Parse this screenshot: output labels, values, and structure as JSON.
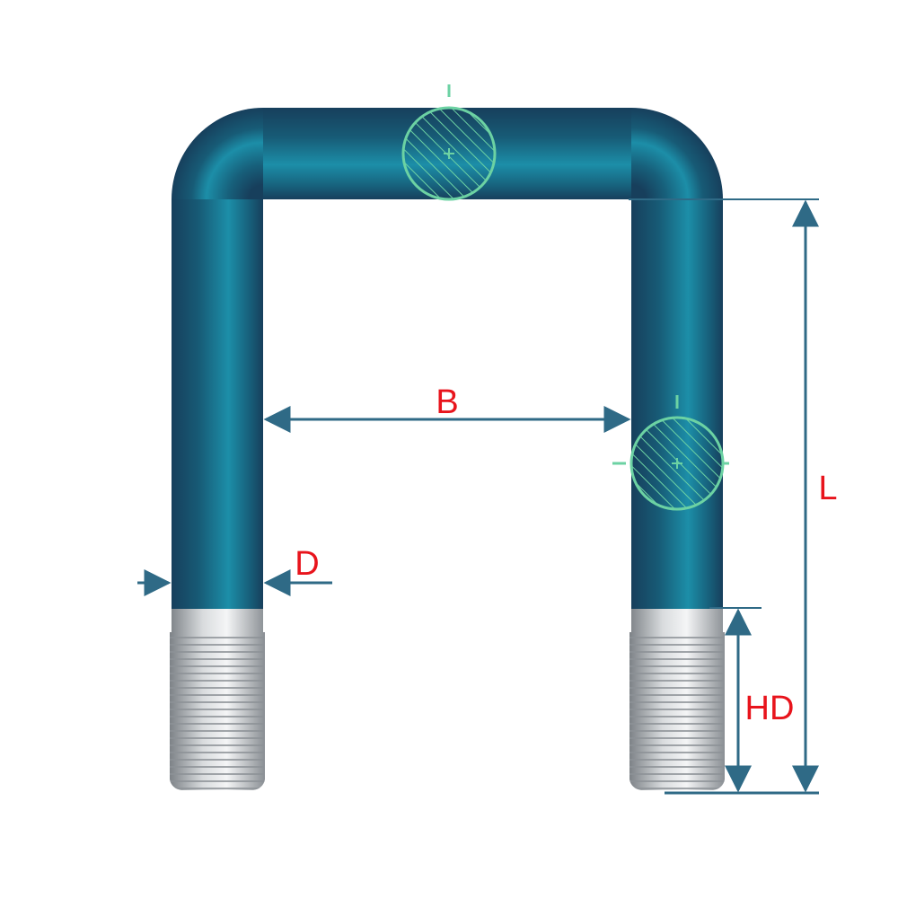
{
  "labels": {
    "width_between_legs": "B",
    "overall_length": "L",
    "rod_diameter": "D",
    "thread_length": "HD"
  },
  "colors": {
    "bolt_body": "#167d96",
    "bolt_body_dark": "#173f5c",
    "bolt_body_light": "#1c8ea8",
    "thread": "#c8cbcd",
    "dimension_line": "#2f6a86",
    "dimension_text": "#e8141c",
    "section_hatch": "#6cd2a3"
  }
}
